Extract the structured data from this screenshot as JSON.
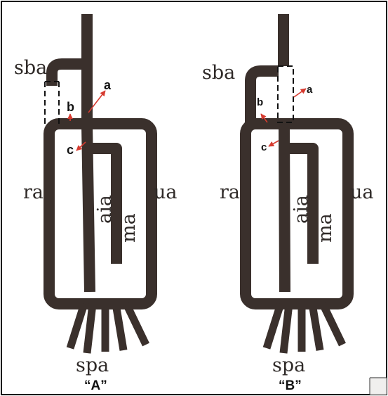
{
  "colors": {
    "tube": "#3a302c",
    "arrow": "#d63a2f",
    "border": "#000000",
    "background": "#ffffff",
    "fold_shade": "#f0efee"
  },
  "labels": {
    "sba": "sba",
    "ra": "ra",
    "ua": "ua",
    "aia": "aia",
    "ma": "ma",
    "spa": "spa",
    "a": "a",
    "b": "b",
    "c": "c"
  },
  "panels": [
    {
      "id": "A",
      "caption": "“A”"
    },
    {
      "id": "B",
      "caption": "“B”"
    }
  ]
}
